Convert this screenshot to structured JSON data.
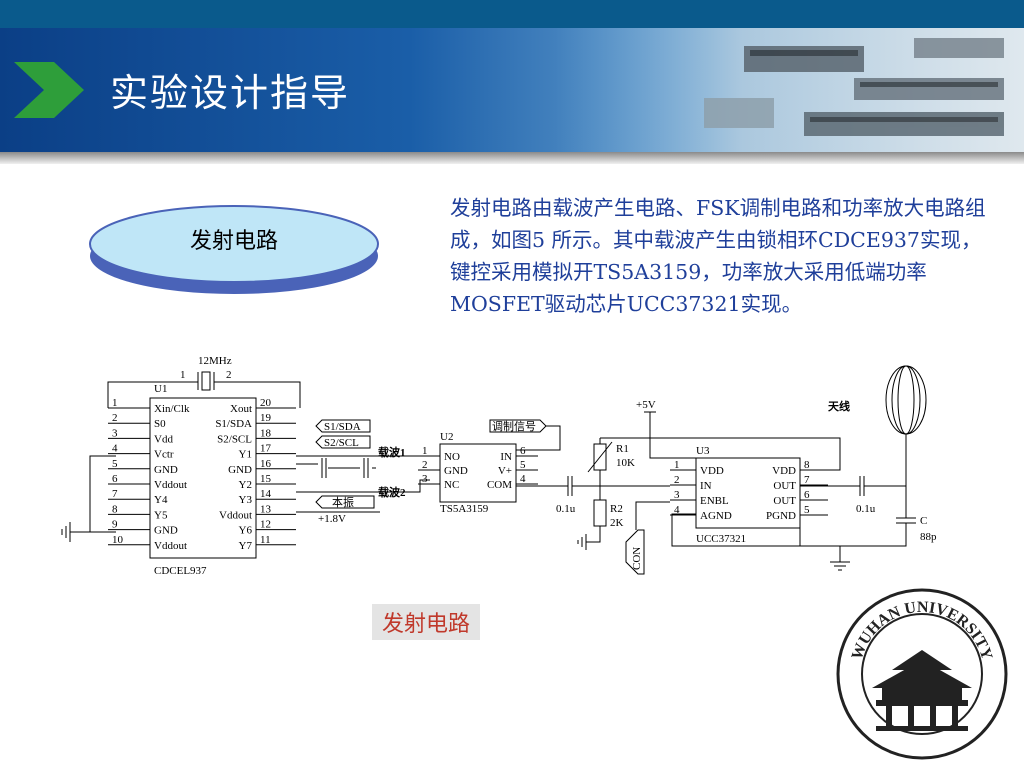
{
  "slide": {
    "title": "实验设计指导",
    "oval_label": "发射电路",
    "description": "发射电路由载波产生电路、FSK调制电路和功率放大电路组成，如图5 所示。其中载波产生由锁相环CDCE937实现，键控采用模拟开TS5A3159，功率放大采用低端功率MOSFET驱动芯片UCC37321实现。",
    "caption": "发射电路",
    "logo_text": "WUHAN UNIVERSITY"
  },
  "colors": {
    "top_bar": "#0a5a8c",
    "header_blue": "#1a5ea8",
    "chevron": "#2e9e3a",
    "desc_text": "#1f3f9a",
    "caption_text": "#c0392b",
    "oval_fill": "#bfe6f7",
    "oval_edge": "#4a63b8"
  },
  "schematic": {
    "crystal": {
      "label": "12MHz",
      "pin1": "1",
      "pin2": "2"
    },
    "u1": {
      "ref": "U1",
      "part": "CDCEL937",
      "left_pins": [
        {
          "num": "1",
          "name": "Xin/Clk"
        },
        {
          "num": "2",
          "name": "S0"
        },
        {
          "num": "3",
          "name": "Vdd"
        },
        {
          "num": "4",
          "name": "Vctr"
        },
        {
          "num": "5",
          "name": "GND"
        },
        {
          "num": "6",
          "name": "Vddout"
        },
        {
          "num": "7",
          "name": "Y4"
        },
        {
          "num": "8",
          "name": "Y5"
        },
        {
          "num": "9",
          "name": "GND"
        },
        {
          "num": "10",
          "name": "Vddout"
        }
      ],
      "right_pins": [
        {
          "num": "20",
          "name": "Xout"
        },
        {
          "num": "19",
          "name": "S1/SDA"
        },
        {
          "num": "18",
          "name": "S2/SCL"
        },
        {
          "num": "17",
          "name": "Y1"
        },
        {
          "num": "16",
          "name": "GND"
        },
        {
          "num": "15",
          "name": "Y2"
        },
        {
          "num": "14",
          "name": "Y3"
        },
        {
          "num": "13",
          "name": "Vddout"
        },
        {
          "num": "12",
          "name": "Y6"
        },
        {
          "num": "11",
          "name": "Y7"
        }
      ]
    },
    "net_s1": "S1/SDA",
    "net_s2": "S2/SCL",
    "net_ref": "本振",
    "net_18v": "+1.8V",
    "carrier1": "载波1",
    "carrier2": "载波2",
    "u2": {
      "ref": "U2",
      "part": "TS5A3159",
      "left_pins": [
        {
          "num": "1",
          "name": "NO"
        },
        {
          "num": "2",
          "name": "GND"
        },
        {
          "num": "3",
          "name": "NC"
        }
      ],
      "right_pins": [
        {
          "num": "6",
          "name": "IN"
        },
        {
          "num": "5",
          "name": "V+"
        },
        {
          "num": "4",
          "name": "COM"
        }
      ]
    },
    "mod_signal": "调制信号",
    "vcc": "+5V",
    "r1": {
      "ref": "R1",
      "value": "10K"
    },
    "r2": {
      "ref": "R2",
      "value": "2K"
    },
    "c_in": "0.1u",
    "con": "CON",
    "u3": {
      "ref": "U3",
      "part": "UCC37321",
      "left_pins": [
        {
          "num": "1",
          "name": "VDD"
        },
        {
          "num": "2",
          "name": "IN"
        },
        {
          "num": "3",
          "name": "ENBL"
        },
        {
          "num": "4",
          "name": "AGND"
        }
      ],
      "right_pins": [
        {
          "num": "8",
          "name": "VDD"
        },
        {
          "num": "7",
          "name": "OUT"
        },
        {
          "num": "6",
          "name": "OUT"
        },
        {
          "num": "5",
          "name": "PGND"
        }
      ]
    },
    "c_out": "0.1u",
    "antenna": "天线",
    "c_tune": {
      "ref": "C",
      "value": "88p"
    }
  }
}
